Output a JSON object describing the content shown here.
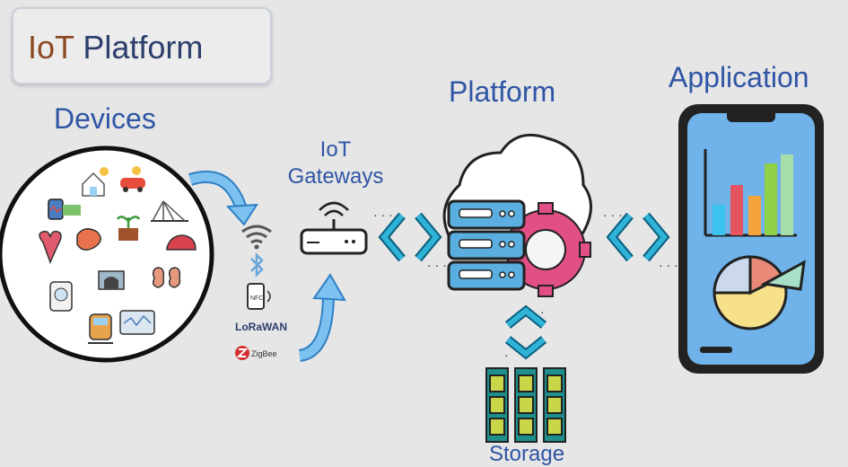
{
  "title": {
    "prefix": "IoT",
    "rest": " Platform"
  },
  "labels": {
    "devices": "Devices",
    "gateways_line1": "IoT",
    "gateways_line2": "Gateways",
    "platform": "Platform",
    "application": "Application",
    "storage": "Storage"
  },
  "protocols": {
    "lorawan": "LoRaWAN",
    "zigbee": "ZigBee",
    "nfc": "NFC"
  },
  "colors": {
    "title_accent": "#8b4a23",
    "label_blue": "#2f55a4",
    "arrow_blue": "#6db6ea",
    "teal": "#2fb3d6",
    "gear_pink": "#e24f86",
    "phone_screen": "#6fb3ea",
    "storage_green": "#1e8f8b"
  }
}
